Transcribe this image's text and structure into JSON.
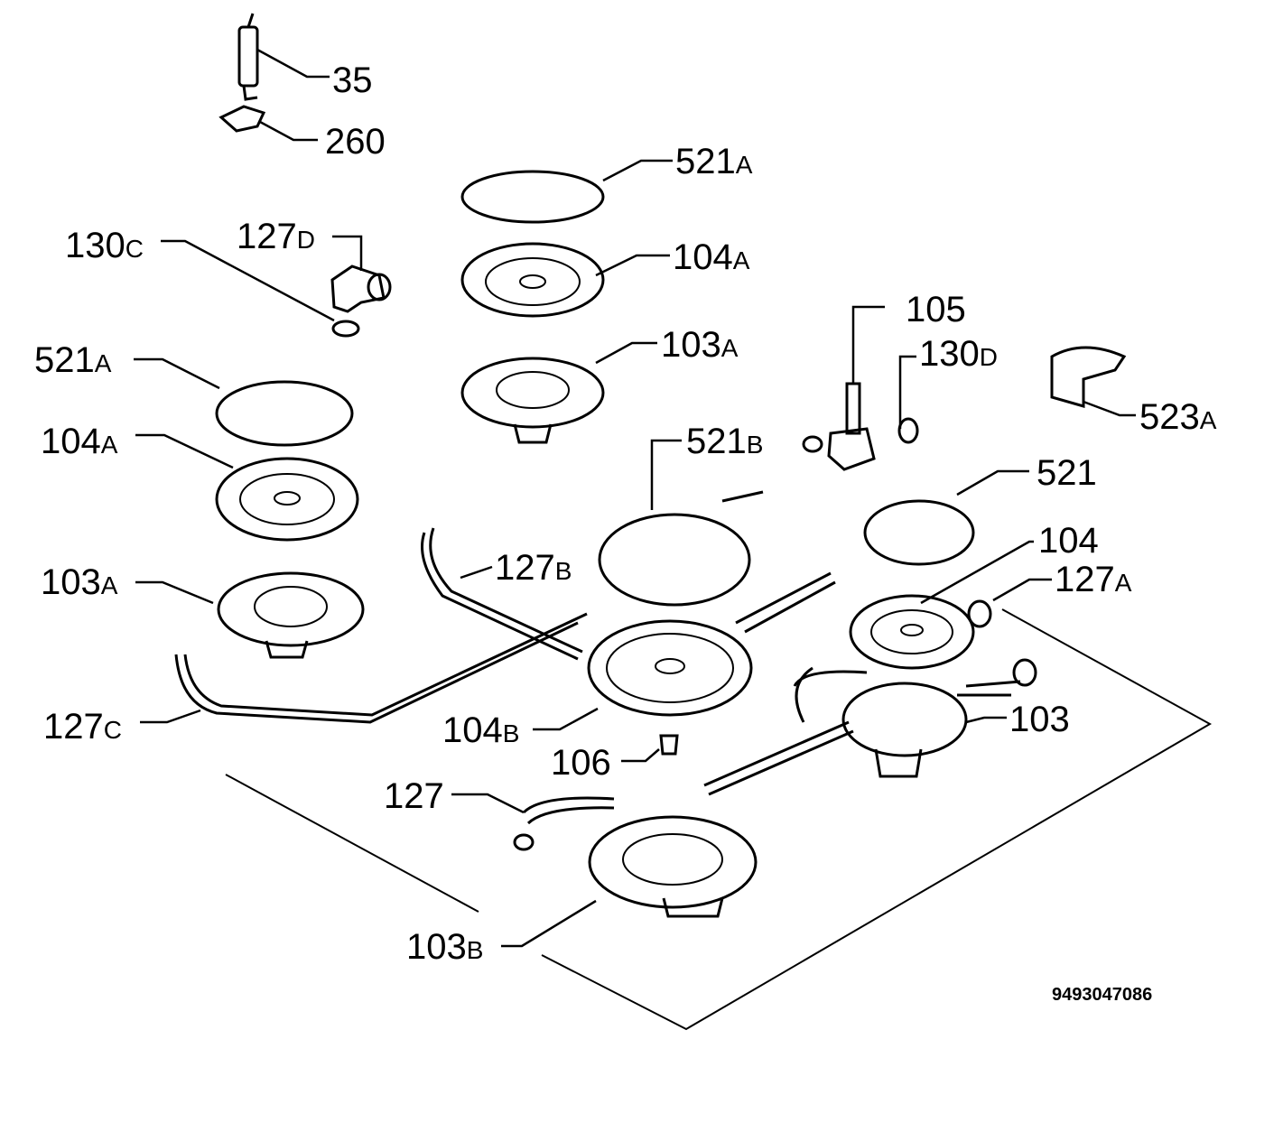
{
  "labels": {
    "l35": {
      "num": "35",
      "suffix": ""
    },
    "l260": {
      "num": "260",
      "suffix": ""
    },
    "l521a1": {
      "num": "521",
      "suffix": "A"
    },
    "l127d": {
      "num": "127",
      "suffix": "D"
    },
    "l130c": {
      "num": "130",
      "suffix": "C"
    },
    "l104a1": {
      "num": "104",
      "suffix": "A"
    },
    "l103a1": {
      "num": "103",
      "suffix": "A"
    },
    "l105": {
      "num": "105",
      "suffix": ""
    },
    "l130d": {
      "num": "130",
      "suffix": "D"
    },
    "l523a": {
      "num": "523",
      "suffix": "A"
    },
    "l521a2": {
      "num": "521",
      "suffix": "A"
    },
    "l104a2": {
      "num": "104",
      "suffix": "A"
    },
    "l521b": {
      "num": "521",
      "suffix": "B"
    },
    "l521": {
      "num": "521",
      "suffix": ""
    },
    "l104": {
      "num": "104",
      "suffix": ""
    },
    "l127a": {
      "num": "127",
      "suffix": "A"
    },
    "l127b": {
      "num": "127",
      "suffix": "B"
    },
    "l103a2": {
      "num": "103",
      "suffix": "A"
    },
    "l103": {
      "num": "103",
      "suffix": ""
    },
    "l127c": {
      "num": "127",
      "suffix": "C"
    },
    "l104b": {
      "num": "104",
      "suffix": "B"
    },
    "l106": {
      "num": "106",
      "suffix": ""
    },
    "l127": {
      "num": "127",
      "suffix": ""
    },
    "l103b": {
      "num": "103",
      "suffix": "B"
    }
  },
  "diagram_code": "9493047086"
}
